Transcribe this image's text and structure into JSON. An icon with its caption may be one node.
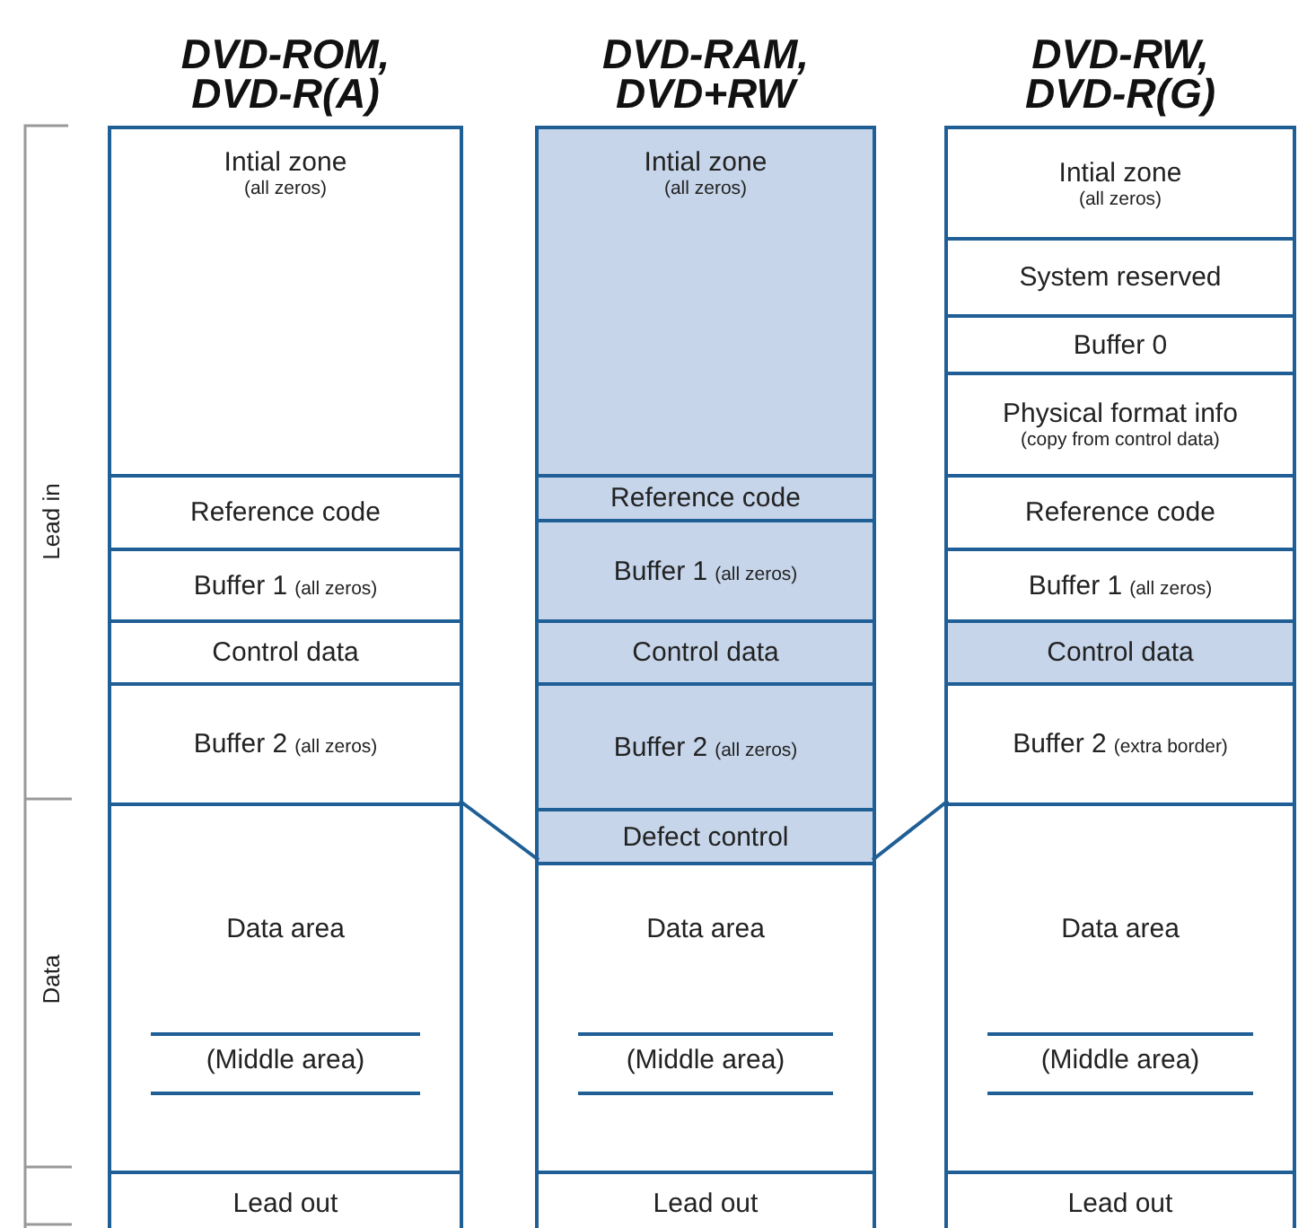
{
  "diagram": {
    "nodes": [
      {
        "text": [
          "DVD-ROM, DVD-R(A)"
        ]
      },
      {
        "text": [
          "Intial zone",
          "(all zeros)"
        ],
        "in": 0
      },
      {
        "text": [
          "Reference code"
        ],
        "in": 0
      },
      {
        "text": [
          "Buffer 1",
          "(all zeros)"
        ],
        "in": 0
      },
      {
        "text": [
          "Control data"
        ],
        "in": 0
      },
      {
        "text": [
          "Buffer 2",
          "(all zeros)"
        ],
        "in": 0
      },
      {
        "text": [
          "Data area",
          "(Middle area)"
        ],
        "in": 0
      },
      {
        "text": [
          "Lead out"
        ],
        "in": 0
      },
      {
        "text": [
          "DVD-RAM, DVD+RW"
        ]
      },
      {
        "text": [
          "Intial zone",
          "(all zeros)"
        ],
        "in": 8
      },
      {
        "text": [
          "Reference code"
        ],
        "in": 8
      },
      {
        "text": [
          "Buffer 1",
          "(all zeros)"
        ],
        "in": 8
      },
      {
        "text": [
          "Control data"
        ],
        "in": 8
      },
      {
        "text": [
          "Buffer 2",
          "(all zeros)"
        ],
        "in": 8
      },
      {
        "text": [
          "Defect control"
        ],
        "in": 8
      },
      {
        "text": [
          "Data area",
          "(Middle area)"
        ],
        "in": 8
      },
      {
        "text": [
          "Lead out"
        ],
        "in": 8
      },
      {
        "text": [
          "DVD-RW, DVD-R(G)"
        ]
      },
      {
        "text": [
          "Intial zone",
          "(all zeros)"
        ],
        "in": 17
      },
      {
        "text": [
          "System reserved"
        ],
        "in": 17
      },
      {
        "text": [
          "Buffer 0"
        ],
        "in": 17
      },
      {
        "text": [
          "Physical format info",
          "(copy from control data)"
        ],
        "in": 17
      },
      {
        "text": [
          "Reference code"
        ],
        "in": 17
      },
      {
        "text": [
          "Buffer 1",
          "(all zeros)"
        ],
        "in": 17
      },
      {
        "text": [
          "Control data"
        ],
        "in": 17
      },
      {
        "text": [
          "Buffer 2",
          "(extra border)"
        ],
        "in": 17
      },
      {
        "text": [
          "Data area",
          "(Middle area)"
        ],
        "in": 17
      },
      {
        "text": [
          "Lead out"
        ],
        "in": 17
      }
    ],
    "edges": [
      {
        "from": 5,
        "to": 14,
        "arrow": "none"
      },
      {
        "from": 14,
        "to": 25,
        "arrow": "none"
      }
    ],
    "labels": [
      "Lead in",
      "Data"
    ]
  }
}
